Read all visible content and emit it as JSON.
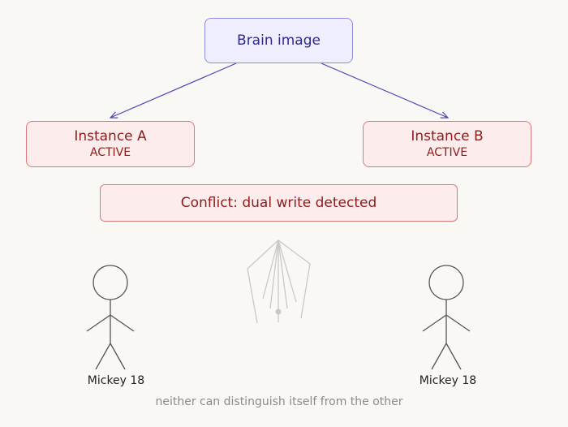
{
  "nodes": {
    "brain": {
      "label": "Brain image"
    },
    "instance_a": {
      "title": "Instance A",
      "status": "ACTIVE"
    },
    "instance_b": {
      "title": "Instance B",
      "status": "ACTIVE"
    },
    "conflict": {
      "label": "Conflict: dual write detected"
    }
  },
  "figures": {
    "left": {
      "label": "Mickey 18"
    },
    "right": {
      "label": "Mickey 18"
    }
  },
  "caption": "neither can distinguish itself from the other",
  "colors": {
    "brain_border": "#8f8ce0",
    "brain_fill": "#eeeefe",
    "arrow": "#4a47b8",
    "alert_border": "#d9797b",
    "alert_fill": "#fdecec",
    "alert_text": "#8c1c1c",
    "figure_stroke": "#555555",
    "pendulum_stroke": "#c8c8c8"
  },
  "icons": {
    "center": "pendulum-icon"
  }
}
